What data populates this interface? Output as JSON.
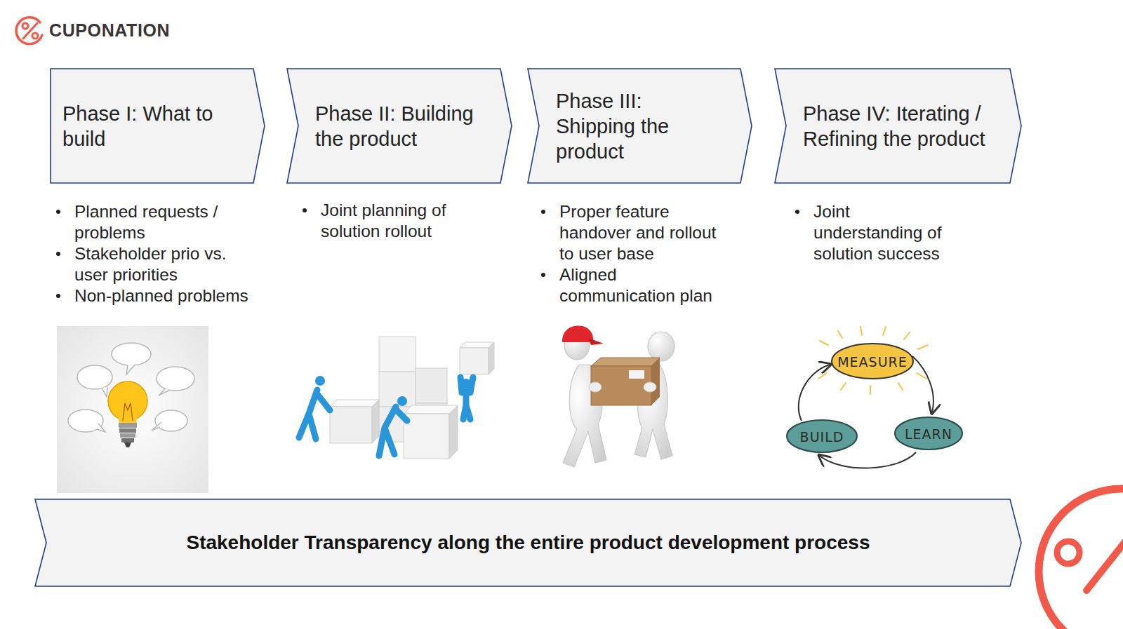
{
  "diagram": {
    "nodes": [
      {
        "text": [
          "Phase I: What to build"
        ]
      },
      {
        "text": [
          "Phase II: Building the product"
        ]
      },
      {
        "text": [
          "Phase III: Shipping the product"
        ]
      },
      {
        "text": [
          "Phase IV: Iterating / Refining the product"
        ]
      },
      {
        "text": [
          "Stakeholder Transparency along the entire product development process"
        ]
      }
    ],
    "labels": [
      "CUPONATION",
      "Planned requests / problems",
      "Stakeholder prio vs. user priorities",
      "Non-planned problems",
      "Joint planning of solution rollout",
      "Proper feature handover and rollout to user base",
      "Aligned communication plan",
      "Joint understanding of solution success",
      "MEASURE",
      "BUILD",
      "LEARN"
    ]
  }
}
